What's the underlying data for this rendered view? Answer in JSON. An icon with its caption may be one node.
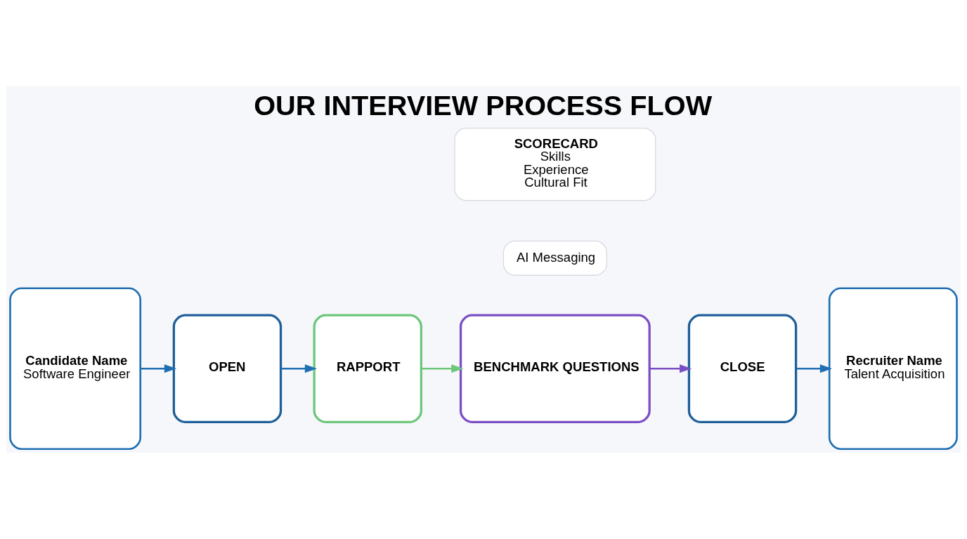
{
  "diagram": {
    "title": "OUR INTERVIEW PROCESS FLOW",
    "nodes": [
      {
        "text": [
          "Candidate Name",
          "Software Engineer"
        ]
      },
      {
        "text": [
          "OPEN"
        ]
      },
      {
        "text": [
          "RAPPORT"
        ]
      },
      {
        "text": [
          "BENCHMARK QUESTIONS"
        ]
      },
      {
        "text": [
          "CLOSE"
        ]
      },
      {
        "text": [
          "Recruiter Name",
          "Talent Acquisition"
        ]
      },
      {
        "text": [
          "AI Messaging"
        ]
      },
      {
        "text": [
          "SCORECARD",
          "Skills",
          "Experience",
          "Cultural Fit"
        ]
      }
    ],
    "edges": [
      {
        "from": 0,
        "to": 1,
        "arrow": "to"
      },
      {
        "from": 1,
        "to": 2,
        "arrow": "to"
      },
      {
        "from": 2,
        "to": 3,
        "arrow": "to",
        "color": "#6cc77a"
      },
      {
        "from": 3,
        "to": 4,
        "arrow": "to",
        "color": "#7b4fc4"
      },
      {
        "from": 4,
        "to": 5,
        "arrow": "to"
      }
    ]
  }
}
